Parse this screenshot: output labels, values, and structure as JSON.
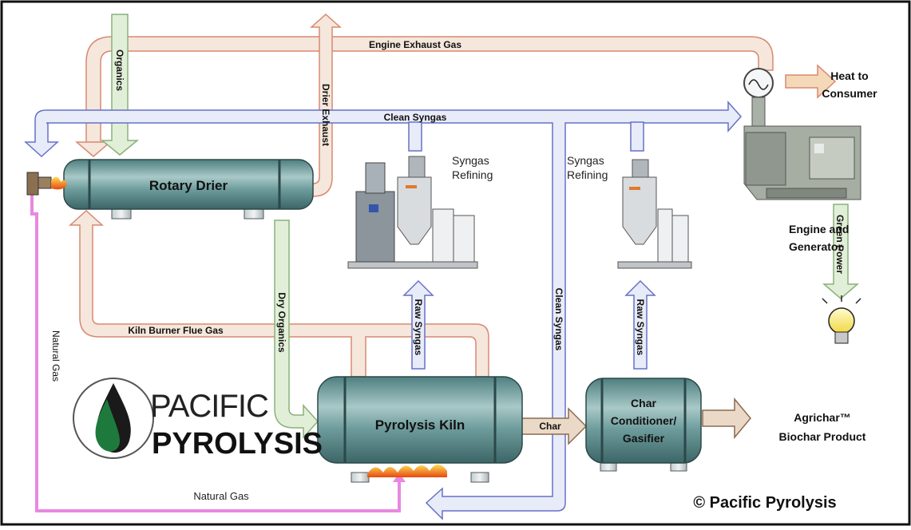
{
  "flows": {
    "engine_exhaust": "Engine Exhaust Gas",
    "clean_syngas_top": "Clean Syngas",
    "organics": "Organics",
    "drier_exhaust": "Drier Exhaust",
    "dry_organics": "Dry Organics",
    "kiln_flue": "Kiln Burner Flue Gas",
    "raw_syngas_1": "Raw Syngas",
    "raw_syngas_2": "Raw Syngas",
    "clean_syngas_vertical": "Clean Syngas",
    "natural_gas_vertical": "Natural Gas",
    "natural_gas_bottom": "Natural Gas",
    "char": "Char",
    "green_power": "Green Power"
  },
  "equipment": {
    "rotary_drier": "Rotary Drier",
    "pyrolysis_kiln": "Pyrolysis Kiln",
    "char_conditioner": [
      "Char",
      "Conditioner/",
      "Gasifier"
    ],
    "syngas_refining_1": [
      "Syngas",
      "Refining"
    ],
    "syngas_refining_2": [
      "Syngas",
      "Refining"
    ],
    "engine_generator": [
      "Engine and",
      "Generator"
    ]
  },
  "outputs": {
    "heat": [
      "Heat to",
      "Consumer"
    ],
    "agrichar": [
      "Agrichar™",
      "Biochar Product"
    ]
  },
  "logo": {
    "line1": "PACIFIC",
    "line2": "PYROLYSIS"
  },
  "copyright": "© Pacific Pyrolysis",
  "colors": {
    "flue_pipe": "#f5e7dc",
    "flue_border": "#d98870",
    "syngas_pipe": "#e8ecf8",
    "syngas_border": "#6670c8",
    "organics_pipe": "#e2efd8",
    "organics_border": "#8ab07a",
    "natgas": "#e888e0",
    "vessel": "#6e9c9c",
    "heat_arrow": "#f4d9b8"
  }
}
